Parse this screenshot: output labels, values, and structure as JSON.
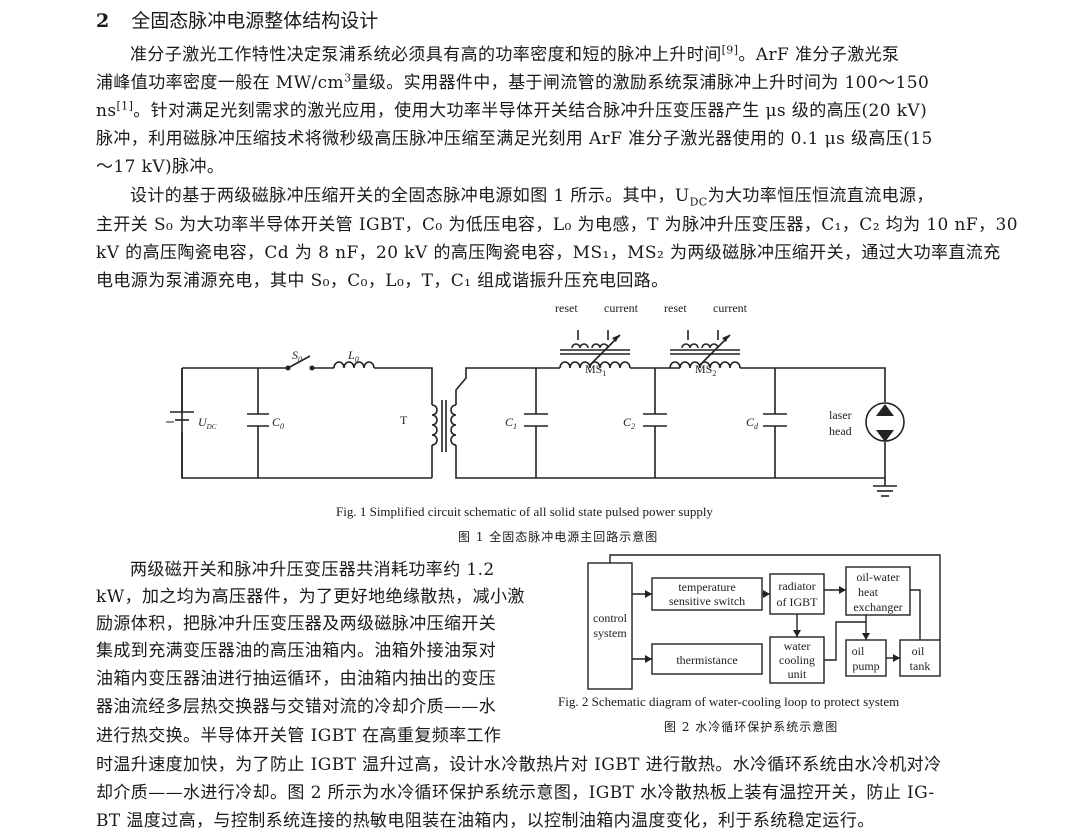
{
  "section": {
    "number": "2",
    "title": "全固态脉冲电源整体结构设计"
  },
  "para1": {
    "l1a": "准分子激光工作特性决定泵浦系统必须具有高的功率密度和短的脉冲上升时间",
    "l1ref": "[9]",
    "l1b": "。ArF 准分子激光泵",
    "l2a": "浦峰值功率密度一般在 MW/cm",
    "l2sup": "3",
    "l2b": "量级。实用器件中，基于闸流管的激励系统泵浦脉冲上升时间为 100～150",
    "l3a": "ns",
    "l3ref": "[1]",
    "l3b": "。针对满足光刻需求的激光应用，使用大功率半导体开关结合脉冲升压变压器产生 μs 级的高压(20 kV)",
    "l4": "脉冲，利用磁脉冲压缩技术将微秒级高压脉冲压缩至满足光刻用 ArF 准分子激光器使用的 0.1 μs 级高压(15",
    "l5": "～17 kV)脉冲。"
  },
  "para2": {
    "l1a": "设计的基于两级磁脉冲压缩开关的全固态脉冲电源如图 1 所示。其中，U",
    "l1sub": "DC",
    "l1b": "为大功率恒压恒流直流电源，",
    "l2": "主开关 S₀ 为大功率半导体开关管 IGBT，C₀ 为低压电容，L₀ 为电感，T 为脉冲升压变压器，C₁，C₂ 均为 10 nF，30",
    "l3": "kV 的高压陶瓷电容，Cd 为 8 nF，20 kV 的高压陶瓷电容，MS₁，MS₂ 为两级磁脉冲压缩开关，通过大功率直流充",
    "l4": "电电源为泵浦源充电，其中 S₀，C₀，L₀，T，C₁ 组成谐振升压充电回路。"
  },
  "fig1": {
    "caption_en": "Fig. 1   Simplified circuit schematic of all solid state pulsed power supply",
    "caption_zh": "图 1   全固态脉冲电源主回路示意图",
    "labels": {
      "reset": "reset",
      "current": "current",
      "ms1": "MS",
      "ms1_sub": "1",
      "ms2": "MS",
      "ms2_sub": "2",
      "s0": "S",
      "s0_sub": "0",
      "l0": "L",
      "l0_sub": "0",
      "udc": "U",
      "udc_sub": "DC",
      "c0": "C",
      "c0_sub": "0",
      "t": "T",
      "c1": "C",
      "c1_sub": "1",
      "c2": "C",
      "c2_sub": "2",
      "cd": "C",
      "cd_sub": "d",
      "laser": "laser",
      "head": "head"
    }
  },
  "para3": [
    "两级磁开关和脉冲升压变压器共消耗功率约 1.2",
    "kW，加之均为高压器件，为了更好地绝缘散热，减小激",
    "励源体积，把脉冲升压变压器及两级磁脉冲压缩开关",
    "集成到充满变压器油的高压油箱内。油箱外接油泵对",
    "油箱内变压器油进行抽运循环，由油箱内抽出的变压",
    "器油流经多层热交换器与交错对流的冷却介质——水",
    "进行热交换。半导体开关管 IGBT 在高重复频率工作"
  ],
  "para3_full": [
    "时温升速度加快，为了防止 IGBT 温升过高，设计水冷散热片对 IGBT 进行散热。水冷循环系统由水冷机对冷",
    "却介质——水进行冷却。图 2 所示为水冷循环保护系统示意图，IGBT 水冷散热板上装有温控开关，防止 IG-",
    "BT 温度过高，与控制系统连接的热敏电阻装在油箱内，以控制油箱内温度变化，利于系统稳定运行。"
  ],
  "fig2": {
    "caption_en": "Fig. 2   Schematic diagram of water-cooling loop to protect system",
    "caption_zh": "图 2   水冷循环保护系统示意图",
    "blocks": {
      "control1": "control",
      "control2": "system",
      "temp1": "temperature",
      "temp2": "sensitive switch",
      "rad1": "radiator",
      "rad2": "of IGBT",
      "oil1": "oil-water",
      "oil2": "heat",
      "oil3": "exchanger",
      "therm": "thermistance",
      "water1": "water",
      "water2": "cooling",
      "water3": "unit",
      "pump1": "oil",
      "pump2": "pump",
      "tank1": "oil",
      "tank2": "tank"
    }
  }
}
